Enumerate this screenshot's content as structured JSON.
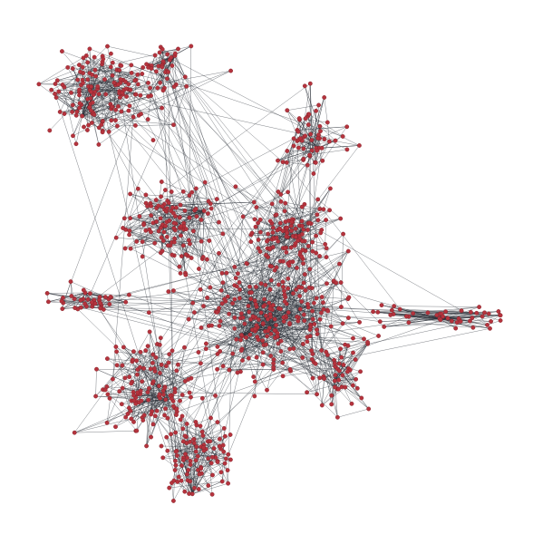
{
  "graph": {
    "layout": "force-directed",
    "node_count_estimate": 1100,
    "edge_count_estimate": 2400,
    "cluster_hubs": [
      {
        "name": "top-left-cluster",
        "size": 150
      },
      {
        "name": "upper-middle-cluster",
        "size": 35
      },
      {
        "name": "top-right-cluster",
        "size": 60
      },
      {
        "name": "center-left-cluster",
        "size": 120
      },
      {
        "name": "center-cluster",
        "size": 110
      },
      {
        "name": "main-hub",
        "size": 260
      },
      {
        "name": "right-chain",
        "size": 45
      },
      {
        "name": "mid-left-cluster",
        "size": 40
      },
      {
        "name": "lower-left-cluster",
        "size": 120
      },
      {
        "name": "bottom-cluster",
        "size": 100
      },
      {
        "name": "lower-right-cluster",
        "size": 40
      }
    ]
  },
  "style": {
    "background": "#ffffff",
    "node_fill": "#b5333d",
    "node_stroke": "#7a1f26",
    "edge_color": "#2b3038"
  }
}
